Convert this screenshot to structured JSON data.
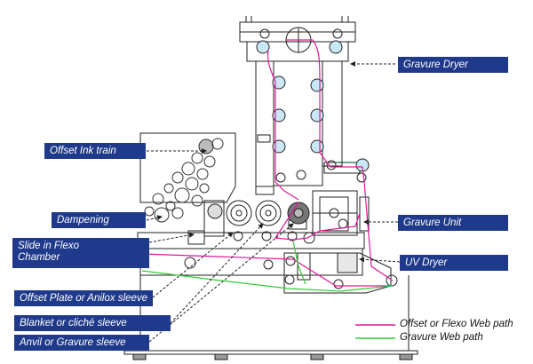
{
  "labels": {
    "gravure_dryer": "Gravure Dryer",
    "offset_ink_train": "Offset Ink train",
    "dampening": "Dampening",
    "slide_flexo_line1": "Slide in Flexo",
    "slide_flexo_line2": "Chamber",
    "gravure_unit": "Gravure Unit",
    "uv_dryer": "UV Dryer",
    "offset_plate": "Offset Plate or Anilox sleeve",
    "blanket": "Blanket or cliché sleeve",
    "anvil": "Anvil or Gravure sleeve"
  },
  "legend": {
    "offset_path": "Offset or Flexo Web path",
    "gravure_path": "Gravure Web path"
  },
  "colors": {
    "label_bg": "#1f3a8a",
    "offset_path": "#e0199a",
    "gravure_path": "#33cc33",
    "machine_line": "#222222"
  }
}
